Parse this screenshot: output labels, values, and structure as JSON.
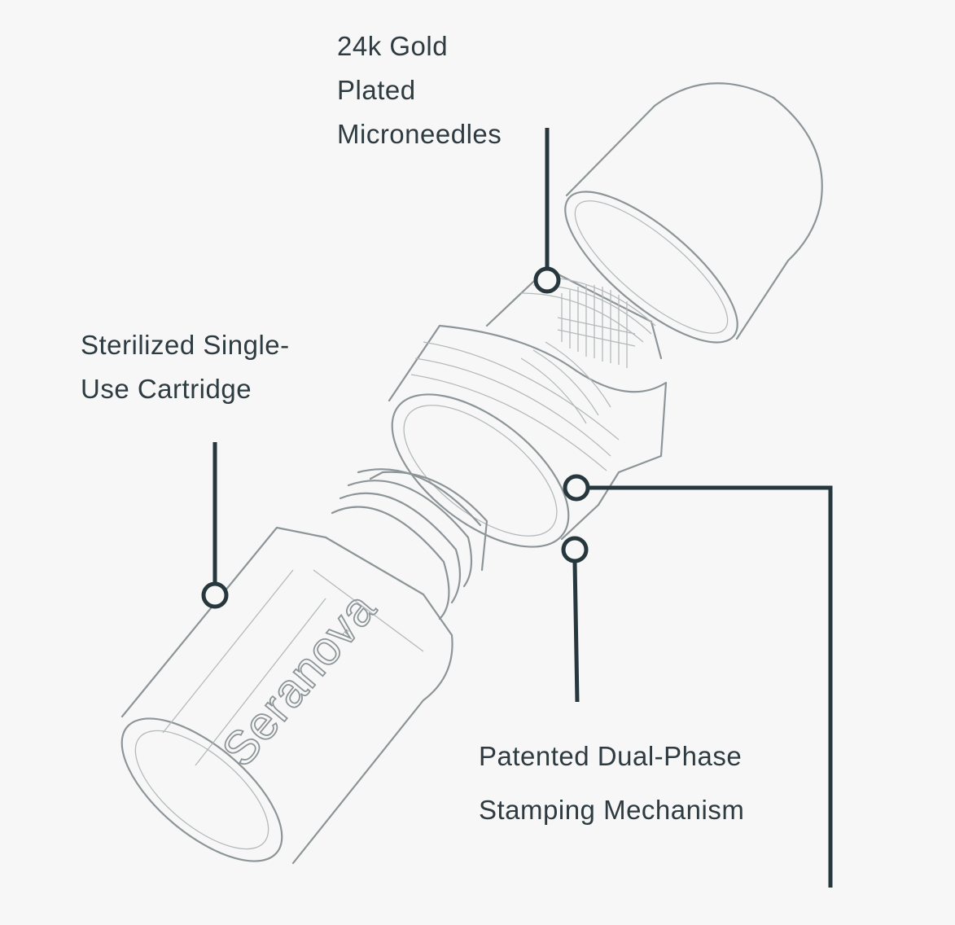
{
  "callouts": {
    "needles": {
      "lines": [
        "24k Gold",
        "Plated",
        "Microneedles"
      ]
    },
    "cartridge": {
      "lines": [
        "Sterilized Single-",
        "Use Cartridge"
      ]
    },
    "stamping": {
      "lines": [
        "Patented Dual-Phase",
        "Stamping Mechanism"
      ]
    }
  },
  "device": {
    "brand": "Seranova",
    "trademark": "™"
  },
  "colors": {
    "background": "#f7f7f7",
    "leader": "#26373d",
    "text": "#2e3b41",
    "drawing": "#8d9598"
  }
}
